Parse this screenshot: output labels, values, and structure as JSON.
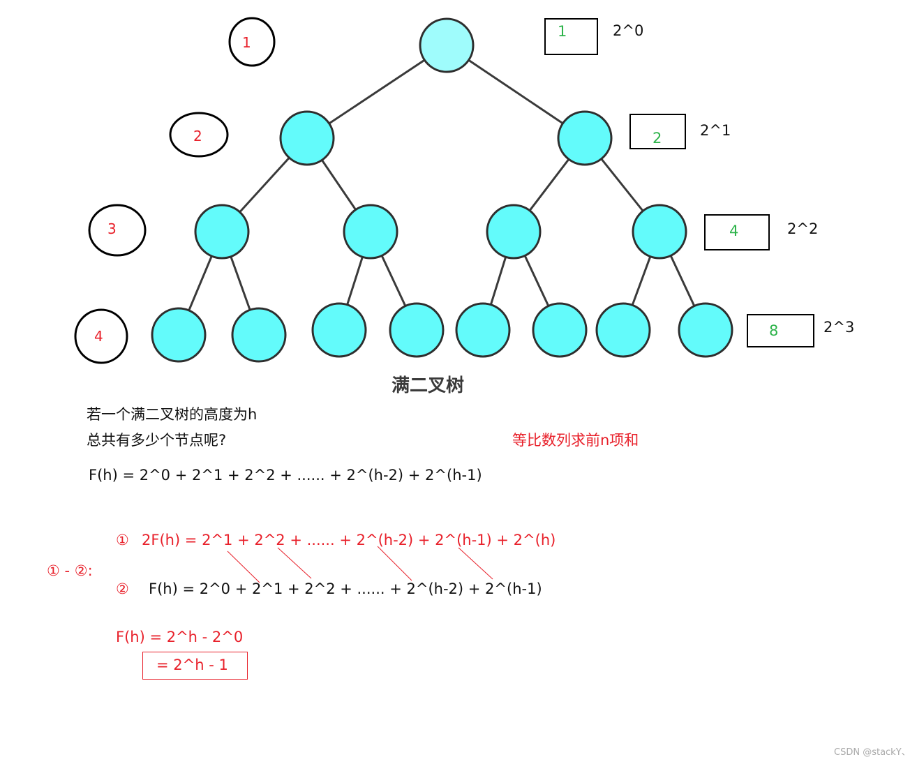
{
  "tree": {
    "title": "满二叉树",
    "levels": [
      {
        "circle_label": "1",
        "count_label": "1",
        "power_label": "2^0"
      },
      {
        "circle_label": "2",
        "count_label": "2",
        "power_label": "2^1"
      },
      {
        "circle_label": "3",
        "count_label": "4",
        "power_label": "2^2"
      },
      {
        "circle_label": "4",
        "count_label": "8",
        "power_label": "2^3"
      }
    ]
  },
  "question": {
    "line1": "若一个满二叉树的高度为h",
    "line2": "总共有多少个节点呢?"
  },
  "note": "等比数列求前n项和",
  "formula": "F(h) = 2^0 + 2^1 + 2^2 + ...... + 2^(h-2) + 2^(h-1)",
  "derivation": {
    "eq1_marker": "①",
    "eq1": "2F(h) = 2^1 + 2^2 + ...... + 2^(h-2) + 2^(h-1) + 2^(h)",
    "subtract_label": "① - ②:",
    "eq2_marker": "②",
    "eq2": "F(h) = 2^0 + 2^1 + 2^2 + ...... + 2^(h-2) + 2^(h-1)",
    "result_line1": "F(h) = 2^h - 2^0",
    "result_line2": "= 2^h - 1"
  },
  "watermark": "CSDN @stackY、",
  "colors": {
    "node_root": "#9ffcfc",
    "node": "#63fbfb",
    "edge": "#3a3a3a",
    "red": "#e8202a",
    "green": "#2db34a"
  }
}
